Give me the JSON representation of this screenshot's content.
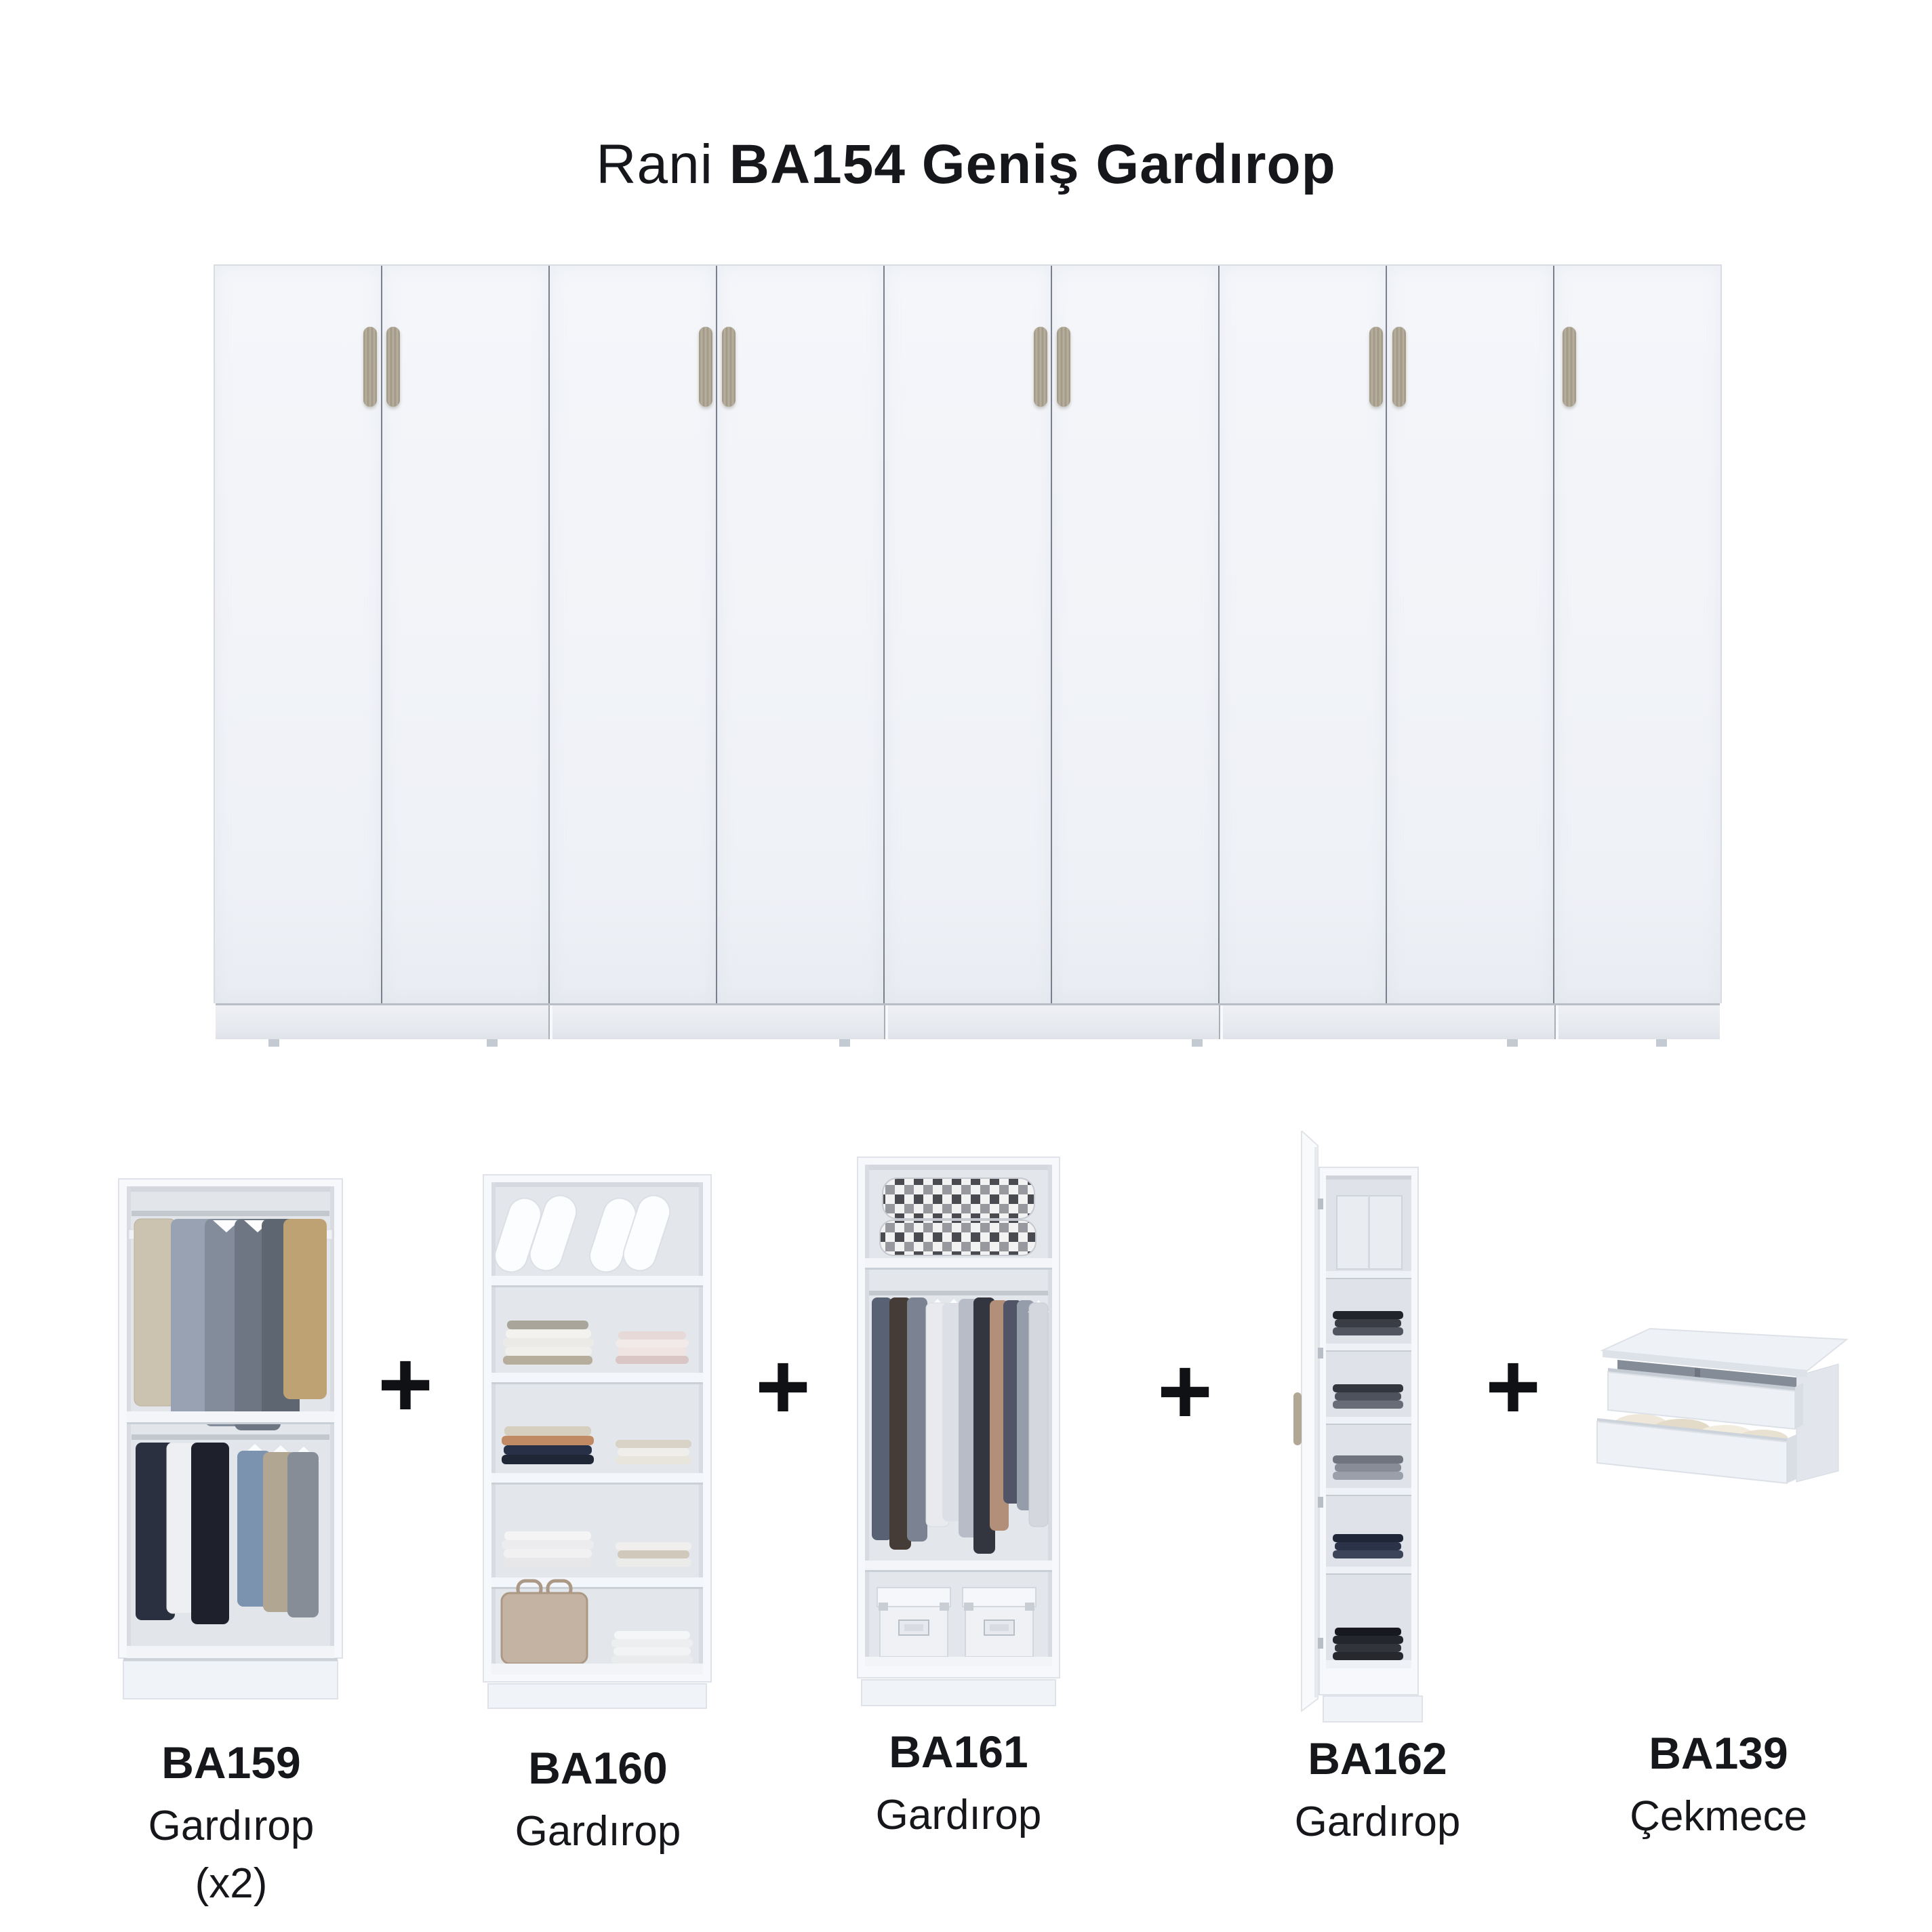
{
  "title": {
    "brand": "Rani",
    "model": "BA154 Geniş Gardırop"
  },
  "separator": "+",
  "wardrobe": {
    "door_count": 9
  },
  "components": [
    {
      "code": "BA159",
      "name": "Gardırop",
      "qty": "(x2)"
    },
    {
      "code": "BA160",
      "name": "Gardırop",
      "qty": ""
    },
    {
      "code": "BA161",
      "name": "Gardırop",
      "qty": ""
    },
    {
      "code": "BA162",
      "name": "Gardırop",
      "qty": ""
    },
    {
      "code": "BA139",
      "name": "Çekmece",
      "qty": ""
    }
  ],
  "colors": {
    "background": "#ffffff",
    "ink": "#16171b",
    "door": "#f2f4f8",
    "door_seam": "#79808b",
    "handle": "#aea390",
    "plinth": "#e9ecf1"
  }
}
